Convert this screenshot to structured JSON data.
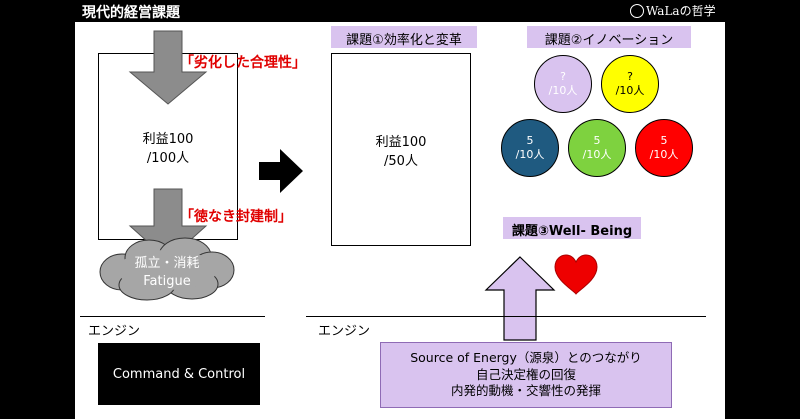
{
  "header": {
    "title": "現代的経営課題",
    "brand": "WaLaの哲学"
  },
  "left": {
    "box_line1": "利益100",
    "box_line2": "/100人",
    "label_top": "「劣化した合理性」",
    "label_mid": "「徳なき封建制」",
    "cloud_line1": "孤立・消耗",
    "cloud_line2": "Fatigue",
    "engine": "エンジン",
    "command": "Command & Control"
  },
  "challenge1": {
    "title": "課題①効率化と変革",
    "box_line1": "利益100",
    "box_line2": "/50人"
  },
  "challenge2": {
    "title": "課題②イノベーション",
    "circles": [
      {
        "top": "?",
        "bottom": "/10人",
        "color": "#d9c3ef",
        "text": "#ffffff"
      },
      {
        "top": "?",
        "bottom": "/10人",
        "color": "#ffff00",
        "text": "#000000"
      },
      {
        "top": "5",
        "bottom": "/10人",
        "color": "#1f5a80",
        "text": "#ffffff"
      },
      {
        "top": "5",
        "bottom": "/10人",
        "color": "#7ed23f",
        "text": "#ffffff"
      },
      {
        "top": "5",
        "bottom": "/10人",
        "color": "#ff0000",
        "text": "#ffffff"
      }
    ]
  },
  "challenge3": {
    "title": "課題③Well- Being"
  },
  "right": {
    "engine": "エンジン",
    "energy_line1": "Source of Energy（源泉）とのつながり",
    "energy_line2": "自己決定権の回復",
    "energy_line3": "内発的動機・交響性の発揮"
  }
}
